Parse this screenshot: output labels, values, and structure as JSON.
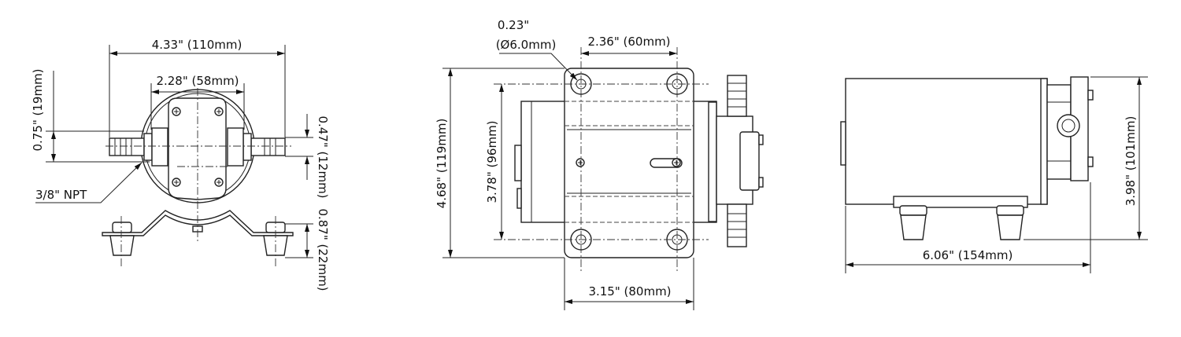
{
  "front_view": {
    "overall_width": "4.33\" (110mm)",
    "plate_width": "2.28\" (58mm)",
    "port_offset": "0.75\" (19mm)",
    "port_diameter": "0.47\" (12mm)",
    "port_thread": "3/8\" NPT",
    "foot_height": "0.87\" (22mm)"
  },
  "top_view": {
    "hole_diameter_in": "0.23\"",
    "hole_diameter_mm": "(Ø6.0mm)",
    "hole_spacing_x": "2.36\" (60mm)",
    "overall_height": "4.68\" (119mm)",
    "hole_spacing_y": "3.78\" (96mm)",
    "base_width": "3.15\" (80mm)"
  },
  "side_view": {
    "overall_length": "6.06\" (154mm)",
    "overall_height": "3.98\" (101mm)"
  }
}
